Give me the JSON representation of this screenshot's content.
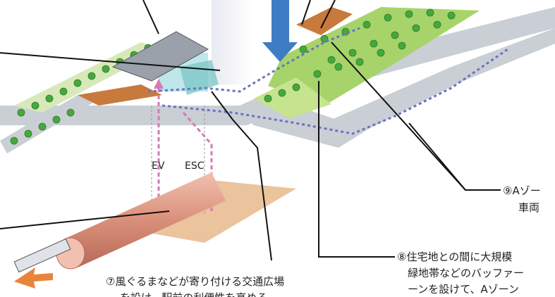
{
  "labels": {
    "ev": "EV",
    "esc": "ESC"
  },
  "annotations": {
    "note7_line1": "⑦風ぐるまなどが寄り付ける交通広場",
    "note7_line2": "を設け、駅前の利便性を高める",
    "note8_line1": "⑧住宅地との間に大規模",
    "note8_line2": "緑地帯などのバッファー",
    "note8_line3": "ーンを設けて、Aゾーン",
    "note9_line1": "⑨Aゾー",
    "note9_line2": "車両"
  },
  "colors": {
    "road": "#c9cfd4",
    "green": "#a6d46a",
    "tree": "#46a83c",
    "blue_arrow": "#3e7cc4",
    "tunnel": "#d9907a",
    "brick": "#c87a3c",
    "ground": "#e8b98c",
    "path": "#6a72c4",
    "pink": "#d67ab0"
  }
}
